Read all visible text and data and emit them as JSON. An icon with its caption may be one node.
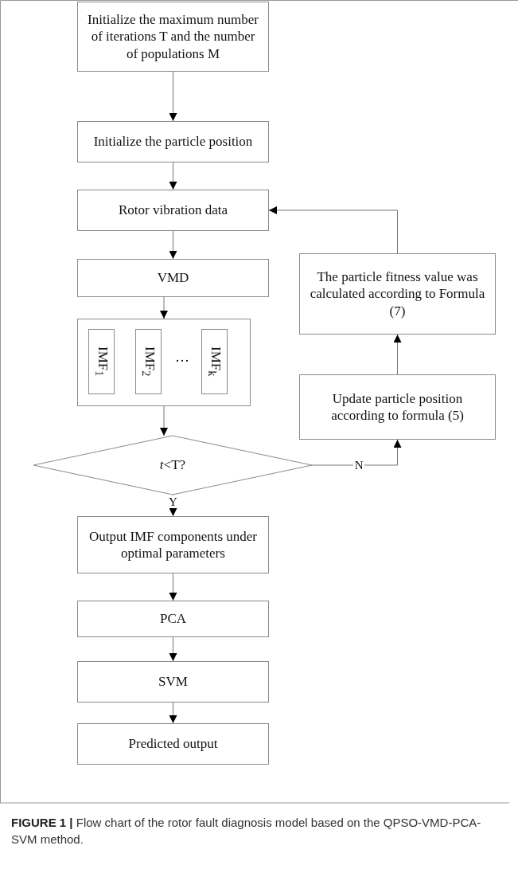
{
  "diagram": {
    "caption": "**FIGURE 1 |** Flow chart of the rotor fault diagnosis model based on the QPSO-VMD-PCA-SVM method.",
    "nodes": [
      {
        "text": [
          "Initialize the maximum number of iterations T and the number of populations M"
        ]
      },
      {
        "text": [
          "Initialize the particle position"
        ]
      },
      {
        "text": [
          "Rotor vibration data"
        ]
      },
      {
        "text": [
          "VMD"
        ]
      },
      {
        "text": [],
        "shape": "box"
      },
      {
        "text": [
          "IMF$_{1}$"
        ],
        "in": 4
      },
      {
        "text": [
          "IMF$_{2}$"
        ],
        "in": 4
      },
      {
        "text": [
          "IMF$_{k}$"
        ],
        "in": 4
      },
      {
        "text": [
          "*t*<T?"
        ]
      },
      {
        "text": [
          "Output IMF components under optimal parameters"
        ]
      },
      {
        "text": [
          "PCA"
        ]
      },
      {
        "text": [
          "SVM"
        ]
      },
      {
        "text": [
          "Predicted output"
        ]
      },
      {
        "text": [
          "Update particle position according to formula (5)"
        ]
      },
      {
        "text": [
          "The particle fitness value was calculated according to Formula (7)"
        ]
      }
    ],
    "edges": [
      {
        "from": 0,
        "to": 1,
        "arrow": "to"
      },
      {
        "from": 1,
        "to": 2,
        "arrow": "to"
      },
      {
        "from": 2,
        "to": 3,
        "arrow": "to"
      },
      {
        "from": 3,
        "to": 4,
        "arrow": "to"
      },
      {
        "from": 4,
        "to": 8,
        "arrow": "to"
      },
      {
        "from": 8,
        "to": 9,
        "arrow": "to",
        "label": "Y"
      },
      {
        "from": 9,
        "to": 10,
        "arrow": "to"
      },
      {
        "from": 10,
        "to": 11,
        "arrow": "to"
      },
      {
        "from": 11,
        "to": 12,
        "arrow": "to"
      },
      {
        "from": 8,
        "to": 13,
        "arrow": "to",
        "label": "N"
      },
      {
        "from": 13,
        "to": 14,
        "arrow": "to"
      },
      {
        "from": 14,
        "to": 2,
        "arrow": "to"
      }
    ],
    "labels": [
      "…"
    ]
  }
}
